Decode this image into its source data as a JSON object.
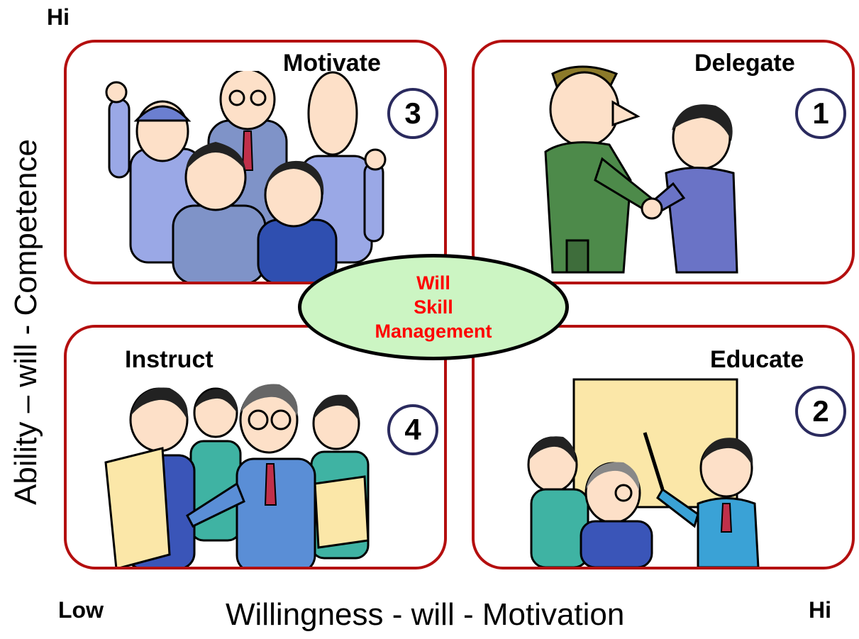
{
  "axes": {
    "y_label": "Ability – will - Competence",
    "x_label": "Willingness  -  will  -  Motivation",
    "y_high": "Hi",
    "x_low": "Low",
    "x_high": "Hi"
  },
  "center": {
    "line1": "Will",
    "line2": "Skill",
    "line3": "Management",
    "fill_color": "#ccf5c3",
    "text_color": "#ff0000"
  },
  "quadrants": [
    {
      "label": "Motivate",
      "number": "3",
      "position": "top-left"
    },
    {
      "label": "Delegate",
      "number": "1",
      "position": "top-right"
    },
    {
      "label": "Instruct",
      "number": "4",
      "position": "bottom-left"
    },
    {
      "label": "Educate",
      "number": "2",
      "position": "bottom-right"
    }
  ],
  "colors": {
    "quadrant_border": "#b40f0f",
    "number_circle_border": "#2a2a5e"
  }
}
